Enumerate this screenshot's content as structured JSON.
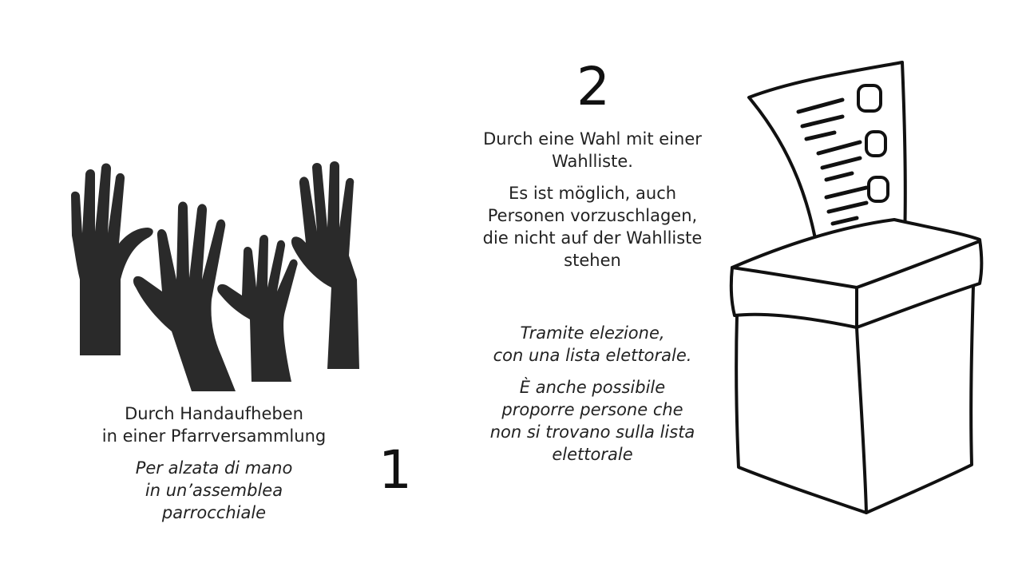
{
  "slide": {
    "option_1": {
      "number": "1",
      "de_line_1": "Durch Handaufheben",
      "de_line_2": "in einer Pfarrversammlung",
      "it_line_1": "Per alzata di mano",
      "it_line_2": "in un’assemblea",
      "it_line_3": "parrocchiale"
    },
    "option_2": {
      "number": "2",
      "de_a_line_1": "Durch eine Wahl mit einer",
      "de_a_line_2": "Wahlliste.",
      "de_b_line_1": "Es ist möglich, auch",
      "de_b_line_2": "Personen vorzuschlagen,",
      "de_b_line_3": "die nicht auf der Wahlliste",
      "de_b_line_4": "stehen",
      "it_a_line_1": "Tramite elezione,",
      "it_a_line_2": "con una lista elettorale.",
      "it_b_line_1": "È anche possibile",
      "it_b_line_2": "proporre persone che",
      "it_b_line_3": "non si trovano sulla lista",
      "it_b_line_4": "elettorale"
    },
    "illustrations": {
      "left": "raised-hands-icon",
      "right": "ballot-box-icon"
    },
    "colors": {
      "text": "#222222",
      "silhouette": "#2a2a2a",
      "background": "#ffffff"
    }
  }
}
